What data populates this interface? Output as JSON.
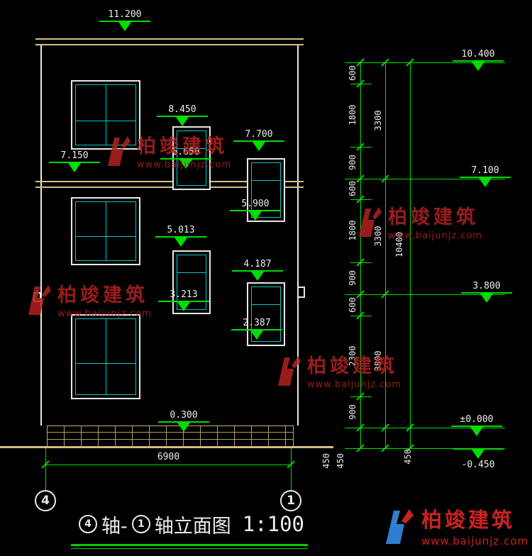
{
  "colors": {
    "background": "#000000",
    "dimension_green": "#00dd00",
    "line_white": "#ececec",
    "band_tan": "#d6bd85",
    "window_cyan": "#00c8c8",
    "watermark_red": "#b32222",
    "logo_blue": "#2f7fd1"
  },
  "elevation_markers": [
    {
      "value": "11.200"
    },
    {
      "value": "8.450"
    },
    {
      "value": "7.700"
    },
    {
      "value": "7.150"
    },
    {
      "value": "6.650"
    },
    {
      "value": "5.900"
    },
    {
      "value": "5.013"
    },
    {
      "value": "4.187"
    },
    {
      "value": "3.213"
    },
    {
      "value": "2.387"
    },
    {
      "value": "0.300"
    }
  ],
  "right_elevation_markers": [
    {
      "value": "10.400"
    },
    {
      "value": "7.100"
    },
    {
      "value": "3.800"
    },
    {
      "value": "±0.000"
    },
    {
      "value": "-0.450"
    }
  ],
  "dim_chain_inner": [
    "600",
    "1800",
    "900",
    "600",
    "1800",
    "900",
    "600",
    "2300",
    "900",
    "450"
  ],
  "dim_chain_mid": [
    "3300",
    "3300",
    "3800",
    "450"
  ],
  "dim_chain_outer": [
    "10400",
    "450"
  ],
  "bottom_dimension": "6900",
  "axis_bubbles": {
    "left": "4",
    "right": "1"
  },
  "title": {
    "axis_start": "4",
    "segment1": "轴-",
    "axis_end": "1",
    "segment2": "轴立面图",
    "scale": "1:100"
  },
  "watermark": {
    "name": "柏竣建筑",
    "url": "www.baijunjz.com"
  }
}
